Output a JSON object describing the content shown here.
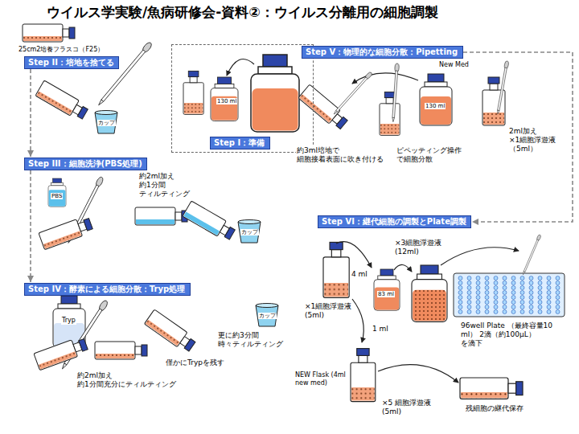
{
  "diagram": {
    "title": "ウイルス学実験/魚病研修会-資料②：ウイルス分離用の細胞調製",
    "nodes": [
      {
        "text": [
          "130 ml"
        ]
      },
      {
        "text": [
          "Step I：準備"
        ],
        "in": 0
      },
      {
        "text": [
          "Step II：培地を捨てる"
        ]
      },
      {
        "text": [
          "Step III：細胞洗浄(PBS処理)"
        ]
      },
      {
        "text": [
          "Step IV：酵素による細胞分散：Tryp処理"
        ]
      },
      {
        "text": [
          "Step V：物理的な細胞分散：Pipetting"
        ]
      },
      {
        "text": [
          "Step VI：継代細胞の調製とPlate調製"
        ]
      }
    ],
    "edges": [
      {
        "from": 2,
        "to": 3,
        "arrow": "to"
      },
      {
        "from": 3,
        "to": 4,
        "arrow": "to"
      },
      {
        "from": 5,
        "to": 6,
        "arrow": "to"
      }
    ],
    "labels": [
      "25cm2培養フラスコ（F25）",
      "カップ",
      "PBS",
      "約2ml加え 約1分間 ティルティング",
      "カップ",
      "Tryp",
      "約2ml加え 約1分間充分にティルティング",
      "僅かにTrypを残す",
      "カップ",
      "更に約3分間 時々ティルティング",
      "New Med",
      "130 ml",
      "約3ml培地で 細胞接着表面に吹き付ける",
      "ピペッティング操作 で細胞分散",
      "2ml加え ×1細胞浮遊液 （5ml）",
      "×3細胞浮遊液 (12ml)",
      "4 ml",
      "83 ml",
      "×1細胞浮遊液 (5ml)",
      "1 ml",
      "96well Plate （最終容量10 ml） 2滴（約100μL）を滴下",
      "NEW Flask (4ml new med)",
      "×5 細胞浮遊液 (5ml)",
      "残細胞の継代保存"
    ]
  }
}
